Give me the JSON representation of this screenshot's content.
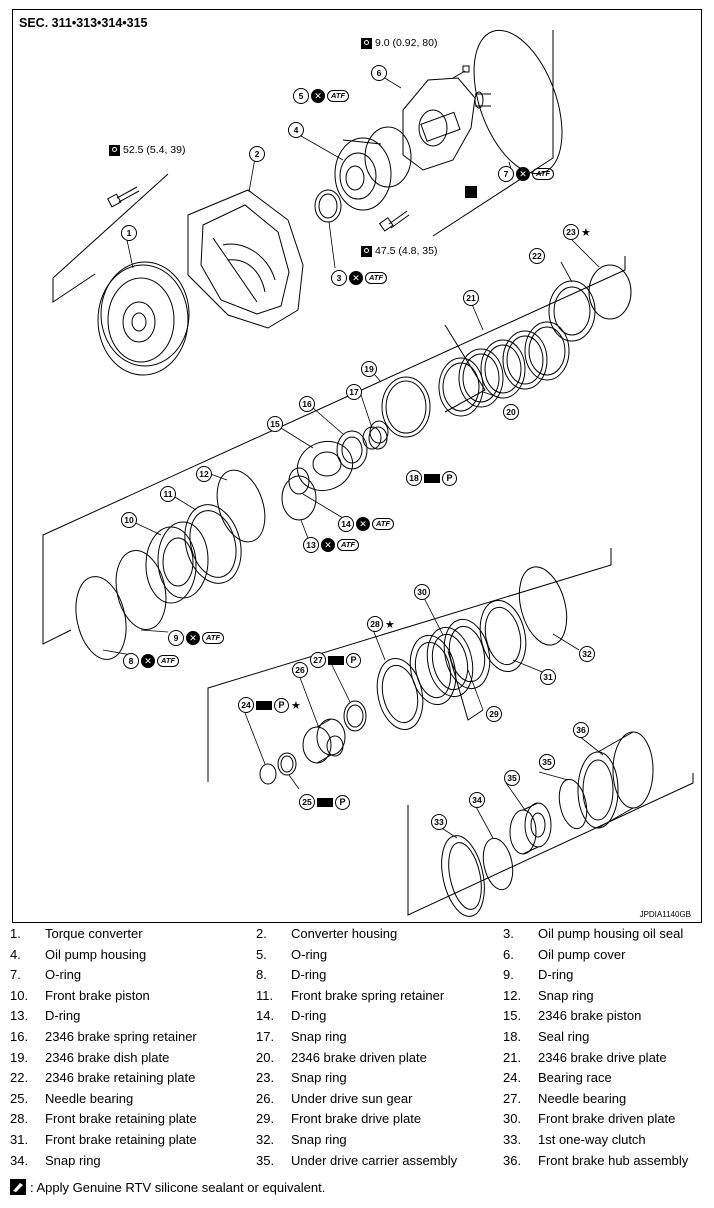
{
  "figure": {
    "section_title": "SEC. 311•313•314•315",
    "figure_id": "JPDIA1140GB",
    "torques": [
      {
        "id": "t1",
        "value": "9.0 (0.92, 80)"
      },
      {
        "id": "t2",
        "value": "52.5 (5.4, 39)"
      },
      {
        "id": "t3",
        "value": "47.5 (4.8, 35)"
      }
    ],
    "callouts": [
      "1",
      "2",
      "3",
      "4",
      "5",
      "6",
      "7",
      "8",
      "9",
      "10",
      "11",
      "12",
      "13",
      "14",
      "15",
      "16",
      "17",
      "18",
      "19",
      "20",
      "21",
      "22",
      "23",
      "24",
      "25",
      "26",
      "27",
      "28",
      "29",
      "30",
      "31",
      "32",
      "33",
      "34",
      "34",
      "35",
      "35",
      "36"
    ],
    "atf_label": "ATF",
    "petroleum_label": "P",
    "star": "★"
  },
  "legend": [
    {
      "num": "1.",
      "name": "Torque converter"
    },
    {
      "num": "2.",
      "name": "Converter housing"
    },
    {
      "num": "3.",
      "name": "Oil pump housing oil seal"
    },
    {
      "num": "4.",
      "name": "Oil pump housing"
    },
    {
      "num": "5.",
      "name": "O-ring"
    },
    {
      "num": "6.",
      "name": "Oil pump cover"
    },
    {
      "num": "7.",
      "name": "O-ring"
    },
    {
      "num": "8.",
      "name": "D-ring"
    },
    {
      "num": "9.",
      "name": "D-ring"
    },
    {
      "num": "10.",
      "name": "Front brake piston"
    },
    {
      "num": "11.",
      "name": "Front brake spring retainer"
    },
    {
      "num": "12.",
      "name": "Snap ring"
    },
    {
      "num": "13.",
      "name": "D-ring"
    },
    {
      "num": "14.",
      "name": "D-ring"
    },
    {
      "num": "15.",
      "name": "2346 brake piston"
    },
    {
      "num": "16.",
      "name": "2346 brake spring retainer"
    },
    {
      "num": "17.",
      "name": "Snap ring"
    },
    {
      "num": "18.",
      "name": "Seal ring"
    },
    {
      "num": "19.",
      "name": "2346 brake dish plate"
    },
    {
      "num": "20.",
      "name": "2346 brake driven plate"
    },
    {
      "num": "21.",
      "name": "2346 brake drive plate"
    },
    {
      "num": "22.",
      "name": "2346 brake retaining plate"
    },
    {
      "num": "23.",
      "name": "Snap ring"
    },
    {
      "num": "24.",
      "name": "Bearing race"
    },
    {
      "num": "25.",
      "name": "Needle bearing"
    },
    {
      "num": "26.",
      "name": "Under drive sun gear"
    },
    {
      "num": "27.",
      "name": "Needle bearing"
    },
    {
      "num": "28.",
      "name": "Front brake retaining plate"
    },
    {
      "num": "29.",
      "name": "Front brake drive plate"
    },
    {
      "num": "30.",
      "name": "Front brake driven plate"
    },
    {
      "num": "31.",
      "name": "Front brake retaining plate"
    },
    {
      "num": "32.",
      "name": "Snap ring"
    },
    {
      "num": "33.",
      "name": "1st one-way clutch"
    },
    {
      "num": "34.",
      "name": "Snap ring"
    },
    {
      "num": "35.",
      "name": "Under drive carrier assembly"
    },
    {
      "num": "36.",
      "name": "Front brake hub assembly"
    }
  ],
  "note": ": Apply Genuine RTV silicone sealant or equivalent.",
  "icons": [
    "torque-wrench-icon",
    "do-not-reuse-icon",
    "atf-icon",
    "petroleum-jelly-icon",
    "sealant-icon"
  ]
}
